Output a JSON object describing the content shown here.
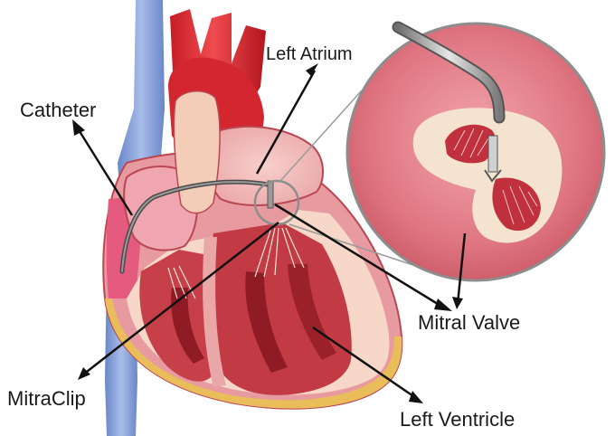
{
  "labels": {
    "catheter": "Catheter",
    "left_atrium": "Left Atrium",
    "mitral_valve": "Mitral Valve",
    "mitraclip": "MitraClip",
    "left_ventricle": "Left Ventricle"
  },
  "colors": {
    "vein_blue": "#7f9bd6",
    "artery_red": "#d8232a",
    "muscle": "#c23a44",
    "muscle_dark": "#8f1b24",
    "chamber_pink": "#f2b8b8",
    "wall_cream": "#f6d9c6",
    "fat_yellow": "#e8bd5a",
    "inset_pink": "#e27d88",
    "annulus_cream": "#f4e4cf",
    "tool_gray": "#9a9a9a"
  }
}
